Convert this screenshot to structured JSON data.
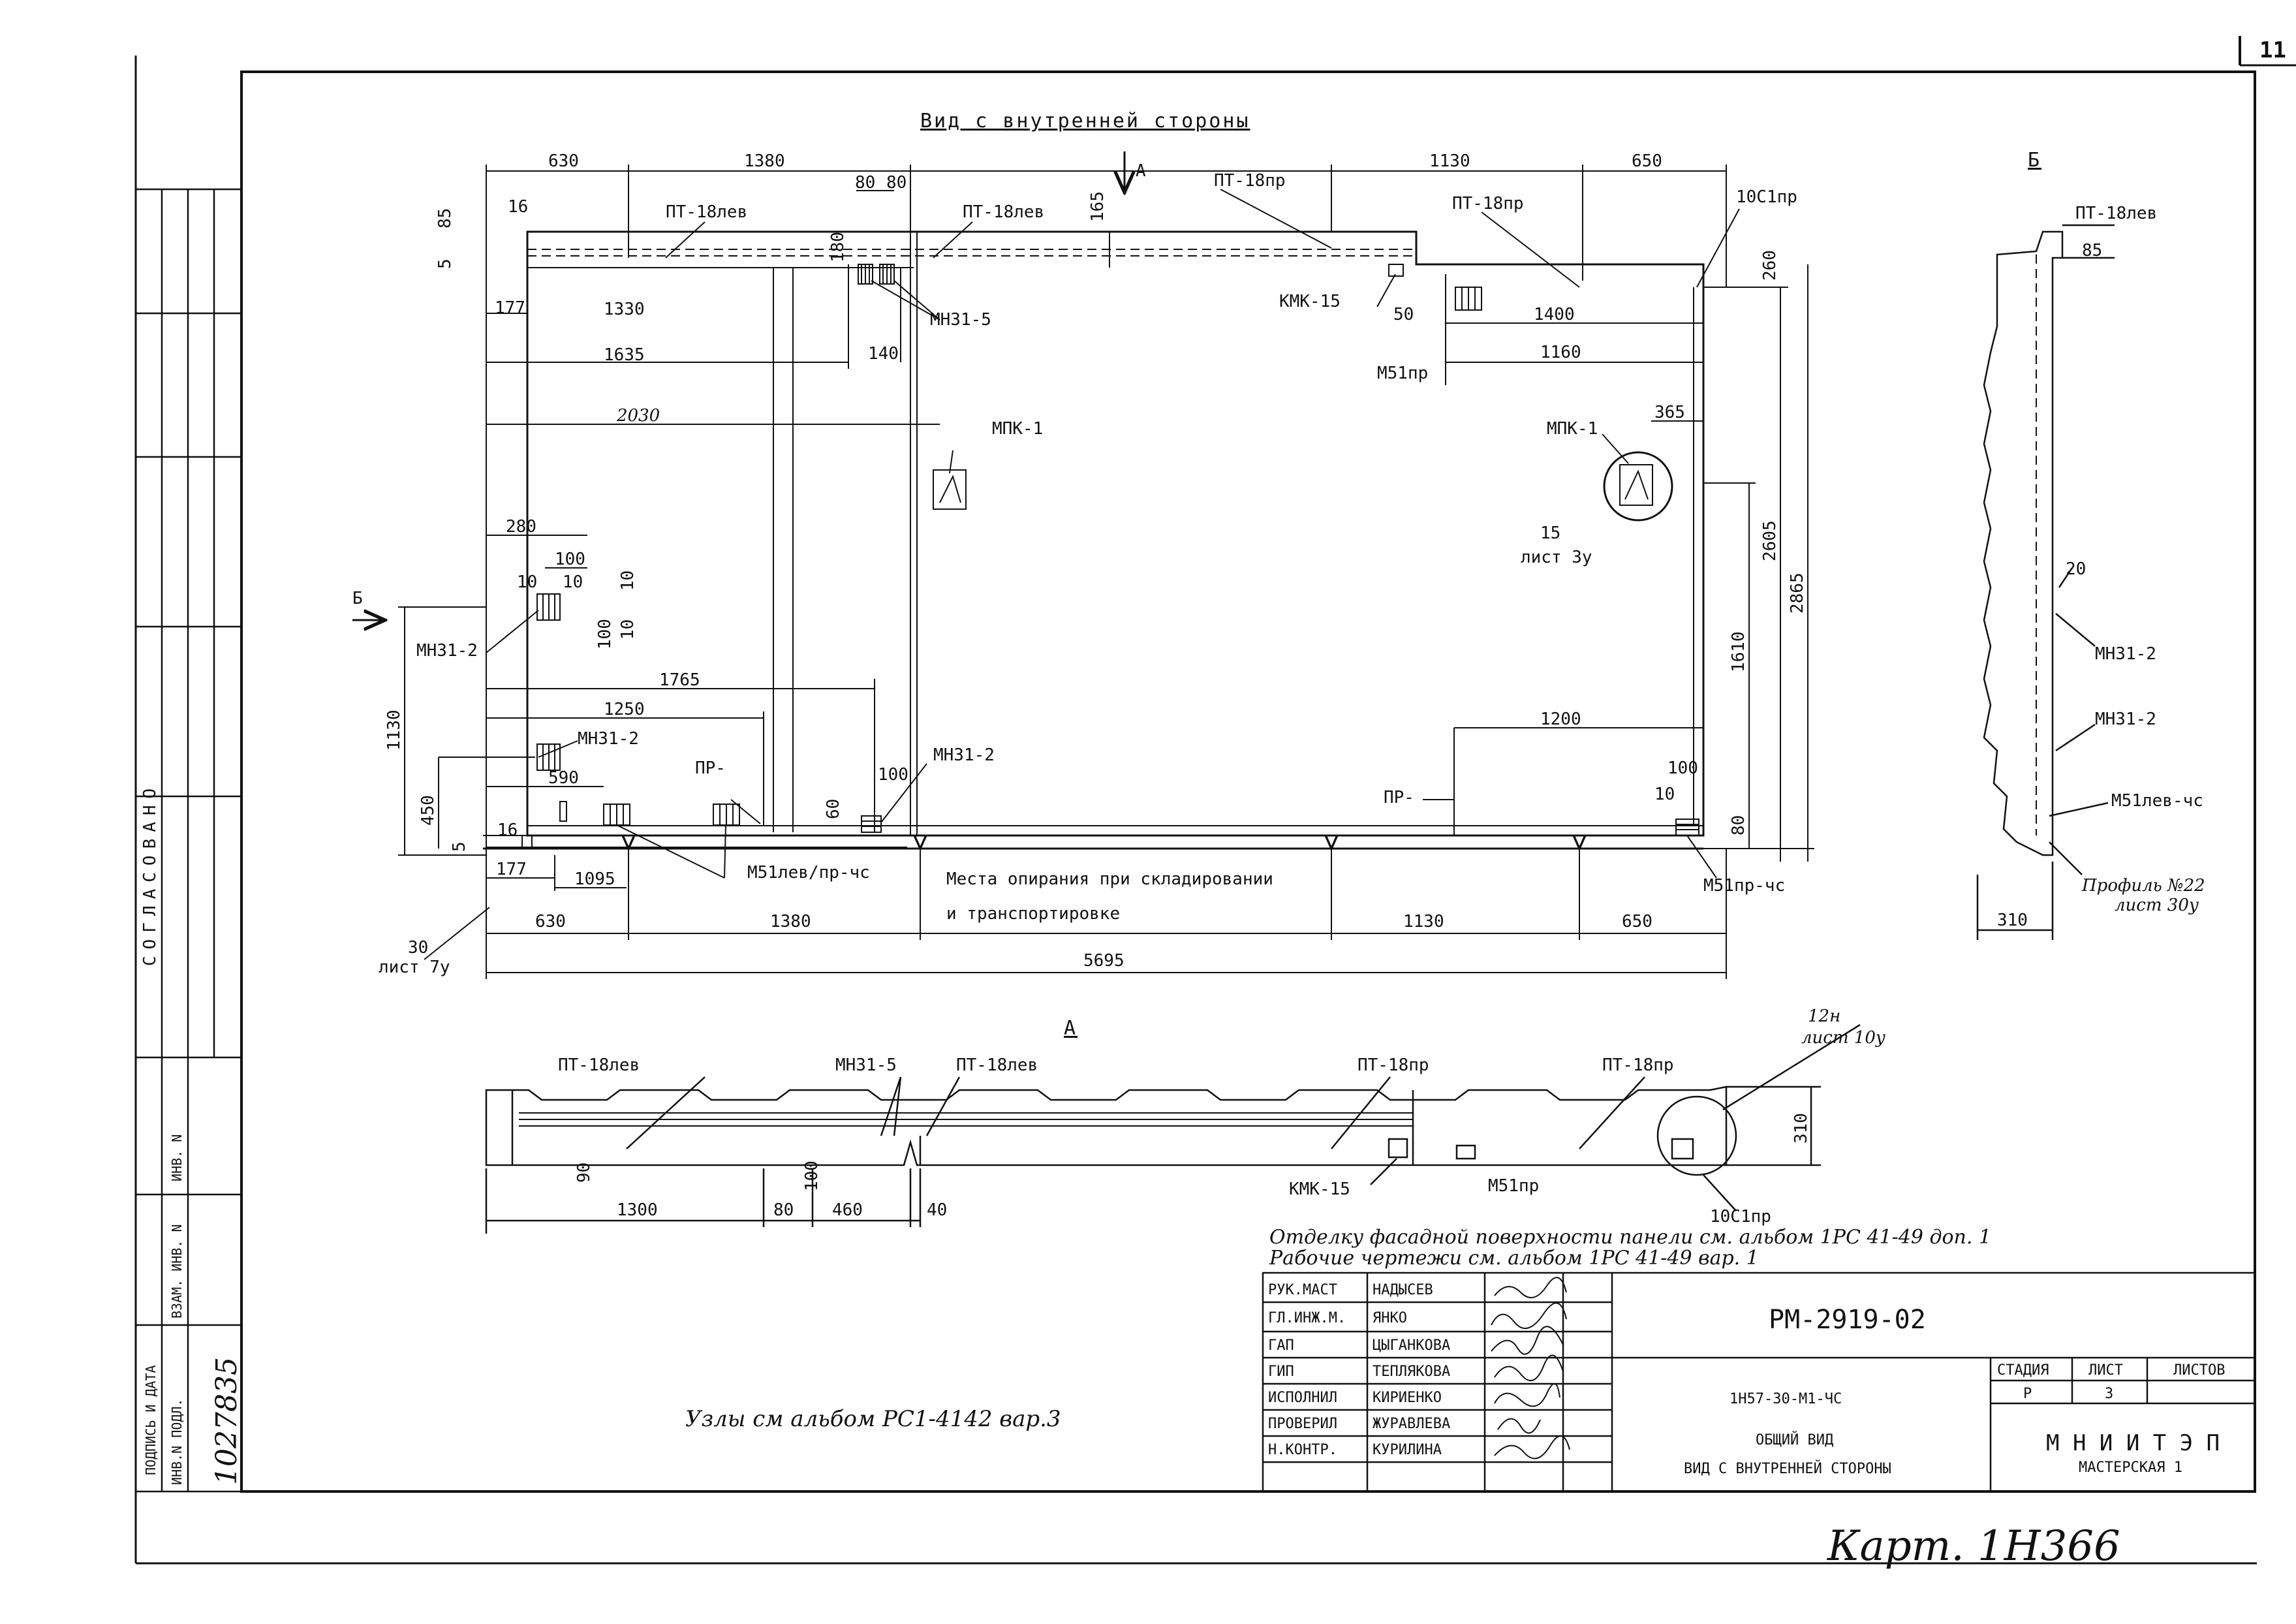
{
  "page_number": "11",
  "view_title": "Вид с внутренней стороны",
  "section_a": "А",
  "section_b": "Б",
  "left_strip": {
    "approved": "СОГЛАСОВАНО",
    "inv_no": "ИНВ. N",
    "swap_inv": "ВЗАМ. ИНВ. N",
    "sign_date": "ПОДПИСЬ И ДАТА",
    "orig_inv": "ИНВ.N ПОДЛ.",
    "orig_inv_value": "1027835"
  },
  "labels": {
    "pt18lev": "ПТ-18лев",
    "pt18pr": "ПТ-18пр",
    "mn31_5": "МН31-5",
    "mn31_2": "МН31-2",
    "mpk1": "МПК-1",
    "kmk15": "КМК-15",
    "m51pr": "М51пр",
    "m51pr_cs": "М51пр-чс",
    "m51lev_pr_cs": "М51лев/пр-чс",
    "m51lev_cs": "М51лев-чс",
    "c10pr": "10С1пр",
    "pr": "ПР-",
    "ref15": "15",
    "ref15_sheet": "лист 3у",
    "ref30": "30",
    "ref30_sheet": "лист 7у",
    "support_1": "Места опирания при складировании",
    "support_2": "и транспортировке",
    "profile": "Профиль №22",
    "profile_sheet": "лист 30у",
    "node12": "12н",
    "node12_sheet": "лист 10у"
  },
  "dims_top": [
    "630",
    "1380",
    "80",
    "80",
    "1130",
    "650"
  ],
  "dims_left": [
    "16",
    "85",
    "5",
    "177",
    "1330",
    "1635",
    "2030",
    "180",
    "140",
    "165"
  ],
  "dims_right": [
    "50",
    "1400",
    "1160",
    "365",
    "260",
    "2605",
    "2865",
    "1610",
    "1200",
    "100",
    "10",
    "80"
  ],
  "dims_lower_left": [
    "280",
    "100",
    "10",
    "10",
    "10",
    "10",
    "100",
    "1765",
    "1250",
    "1130",
    "590",
    "450",
    "5",
    "16",
    "100",
    "60"
  ],
  "dims_bottom": [
    "177",
    "1095",
    "630",
    "1380",
    "1130",
    "650",
    "5695"
  ],
  "dims_side": [
    "85",
    "20",
    "310"
  ],
  "dims_section": [
    "90",
    "100",
    "1300",
    "80",
    "460",
    "40",
    "310"
  ],
  "notes": {
    "finish": "Отделку фасадной поверхности панели см. альбом 1РС 41-49 доп. 1",
    "drawings": "Рабочие чертежи см. альбом 1РС 41-49 вар. 1",
    "nodes": "Узлы см альбом РС1-4142 вар.3",
    "archive": "Карт. 1Н366"
  },
  "title_block": {
    "roles": [
      {
        "role": "РУК.МАСТ",
        "name": "НАДЫСЕВ"
      },
      {
        "role": "ГЛ.ИНЖ.М.",
        "name": "ЯНКО"
      },
      {
        "role": "ГАП",
        "name": "ЦЫГАНКОВА"
      },
      {
        "role": "ГИП",
        "name": "ТЕПЛЯКОВА"
      },
      {
        "role": "ИСПОЛНИЛ",
        "name": "КИРИЕНКО"
      },
      {
        "role": "ПРОВЕРИЛ",
        "name": "ЖУРАВЛЕВА"
      },
      {
        "role": "Н.КОНТР.",
        "name": "КУРИЛИНА"
      }
    ],
    "code": "РМ-2919-02",
    "mark": "1Н57-30-М1-ЧС",
    "desc1": "ОБЩИЙ ВИД",
    "desc2": "ВИД С ВНУТРЕННЕЙ СТОРОНЫ",
    "stage_h": "СТАДИЯ",
    "sheet_h": "ЛИСТ",
    "sheets_h": "ЛИСТОВ",
    "stage": "Р",
    "sheet": "3",
    "org": "М Н И И Т Э П",
    "workshop": "МАСТЕРСКАЯ 1"
  },
  "colors": {
    "ink": "#111111",
    "paper": "#ffffff"
  }
}
